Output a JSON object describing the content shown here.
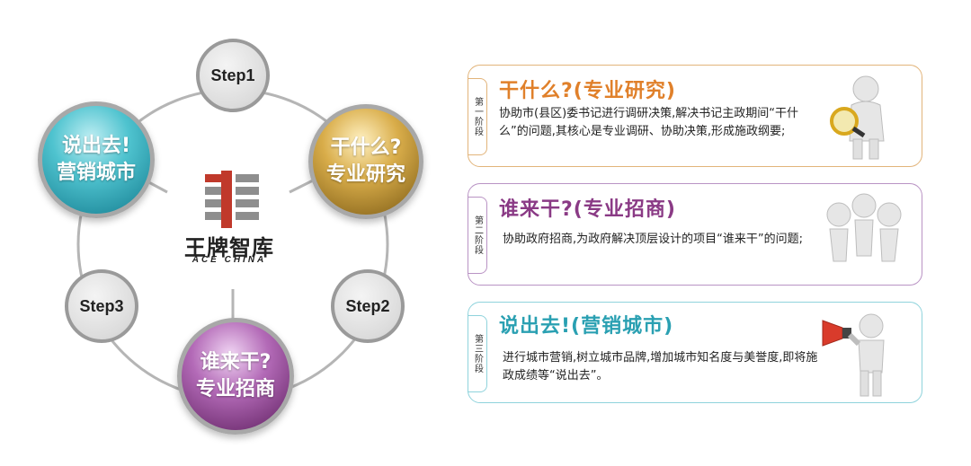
{
  "cycle": {
    "steps": [
      "Step1",
      "Step2",
      "Step3"
    ],
    "nodes": {
      "gold": {
        "line1": "干什么?",
        "line2": "专业研究"
      },
      "purple": {
        "line1": "谁来干?",
        "line2": "专业招商"
      },
      "teal": {
        "line1": "说出去!",
        "line2": "营销城市"
      }
    },
    "logo": {
      "name": "王牌智库",
      "sub": "ACE CHINA"
    }
  },
  "stages": [
    {
      "tab": "第一阶段",
      "title": "干什么?(专业研究)",
      "body": "协助市(县区)委书记进行调研决策,解决书记主政期间“干什么”的问题,其核心是专业调研、协助决策,形成施政纲要;",
      "figure": "magnifying-glass-figure-icon",
      "color": "#e0802a"
    },
    {
      "tab": "第二阶段",
      "title": "谁来干?(专业招商)",
      "body": "协助政府招商,为政府解决顶层设计的项目“谁来干”的问题;",
      "figure": "team-figures-icon",
      "color": "#8a3a85"
    },
    {
      "tab": "第三阶段",
      "title": "说出去!(营销城市)",
      "body": "进行城市营销,树立城市品牌,增加城市知名度与美誉度,即将施政成绩等“说出去”。",
      "figure": "megaphone-figure-icon",
      "color": "#2aa0b2"
    }
  ]
}
